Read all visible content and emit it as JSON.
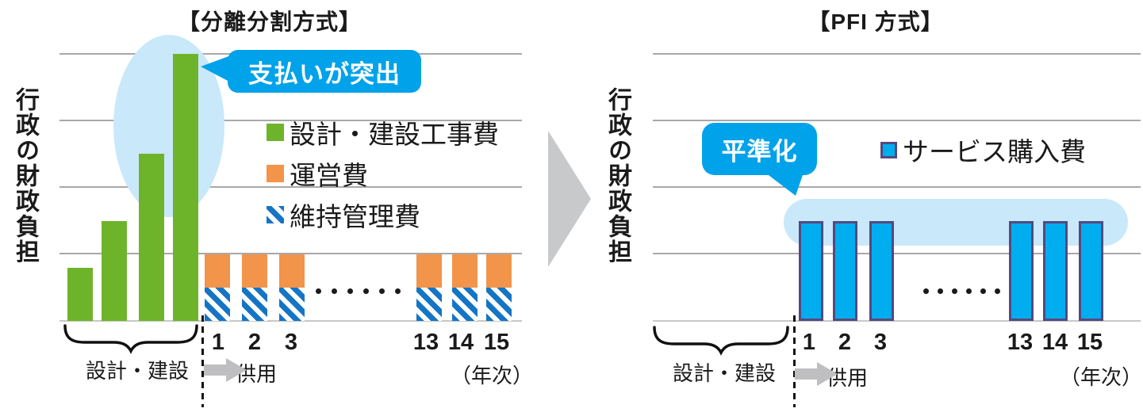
{
  "colors": {
    "green": "#6eb42a",
    "orange": "#f2944a",
    "hatch_blue": "#1575c5",
    "cyan": "#00adef",
    "cyan_border": "#55497e",
    "callout_blue": "#00a2e9",
    "highlight_blue": "#c9e8fa",
    "gray_arrow": "#bfbfc1",
    "transition_arrow": "#c8c9cb"
  },
  "left_chart": {
    "title": "【分離分割方式】",
    "y_axis_label": "行政の財政負担",
    "callout_label": "支払いが突出",
    "legend": [
      {
        "label": "設計・建設工事費"
      },
      {
        "label": "運営費"
      },
      {
        "label": "維持管理費"
      }
    ],
    "construction_phase_label": "設計・建設",
    "service_phase_label": "供用",
    "axis_unit_label": "（年次）"
  },
  "right_chart": {
    "title": "【PFI 方式】",
    "y_axis_label": "行政の財政負担",
    "callout_label": "平準化",
    "legend": [
      {
        "label": "サービス購入費"
      }
    ],
    "construction_phase_label": "設計・建設",
    "service_phase_label": "供用",
    "axis_unit_label": "（年次）"
  },
  "chart_data": [
    {
      "type": "bar",
      "title": "【分離分割方式】",
      "ylabel": "行政の財政負担",
      "xlabel": "（年次）",
      "ylim": [
        0,
        4
      ],
      "gridlines": 4,
      "construction": {
        "name": "設計・建設工事費",
        "phase_label": "設計・建設",
        "values": [
          0.8,
          1.5,
          2.5,
          4.0
        ]
      },
      "service": {
        "phase_label": "供用",
        "years_shown": [
          "1",
          "2",
          "3",
          "13",
          "14",
          "15"
        ],
        "stacked_series": [
          {
            "name": "維持管理費",
            "style": "blue-hatch",
            "value_per_year": 0.5
          },
          {
            "name": "運営費",
            "style": "orange",
            "value_per_year": 0.5
          }
        ]
      },
      "annotation": "支払いが突出",
      "ellipsis_dot_count": 6
    },
    {
      "type": "bar",
      "title": "【PFI 方式】",
      "ylabel": "行政の財政負担",
      "xlabel": "（年次）",
      "ylim": [
        0,
        4
      ],
      "gridlines": 4,
      "construction": {
        "phase_label": "設計・建設",
        "values": []
      },
      "service": {
        "phase_label": "供用",
        "years_shown": [
          "1",
          "2",
          "3",
          "13",
          "14",
          "15"
        ],
        "stacked_series": [
          {
            "name": "サービス購入費",
            "style": "cyan",
            "value_per_year": 1.5
          }
        ]
      },
      "annotation": "平準化",
      "ellipsis_dot_count": 6
    }
  ]
}
